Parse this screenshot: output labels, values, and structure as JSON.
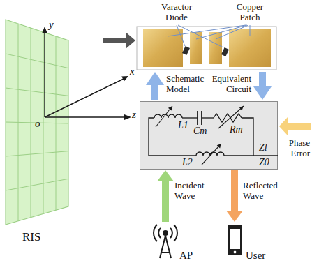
{
  "diagram": {
    "nodes": [
      {
        "text": [
          "RIS"
        ]
      },
      {
        "text": [
          "L1",
          "Cm",
          "Rm",
          "L2",
          "Zl",
          "Z0"
        ]
      },
      {
        "text": [
          "AP"
        ]
      },
      {
        "text": [
          "User"
        ]
      }
    ],
    "edges": [
      {
        "from": 2,
        "to": 1,
        "arrow": "to",
        "label": "Incident Wave"
      },
      {
        "from": 1,
        "to": 3,
        "arrow": "to",
        "label": "Reflected Wave"
      }
    ],
    "labels": [
      "Varactor Diode",
      "Copper Patch",
      "Schematic Model",
      "Equivalent Circuit",
      "Phase Error",
      "x",
      "y",
      "z",
      "o"
    ]
  }
}
